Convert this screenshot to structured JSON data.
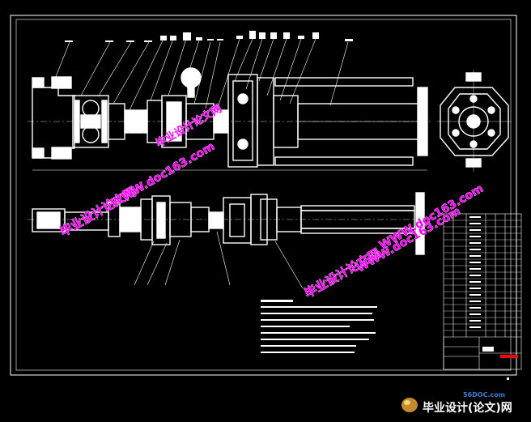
{
  "drawing": {
    "background": "#000000",
    "line_color": "#ffffff",
    "title_block_accent": "#ff0000"
  },
  "watermarks": [
    {
      "text": "毕业设计论文网",
      "color": "#ff00ff"
    },
    {
      "text": "WWW.doc163.com",
      "color": "#ff00ff"
    },
    {
      "text": "毕业设计论文网",
      "color": "#ff00ff"
    },
    {
      "text": "WWW.doc163.com",
      "color": "#ff00ff"
    },
    {
      "text": "毕业设计论文网",
      "color": "#ff00ff"
    },
    {
      "text": "WWW.doc163.com",
      "color": "#ff00ff"
    }
  ],
  "footer_logo": {
    "site": "56DOC.com",
    "name": "毕业设计(论文)网"
  }
}
